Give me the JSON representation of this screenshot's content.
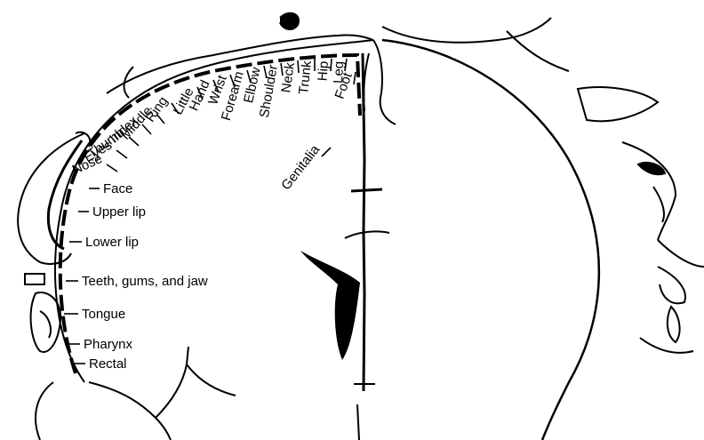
{
  "diagram": {
    "cortex_labels": [
      "Little",
      "Hand",
      "Wrist",
      "Forearm",
      "Elbow",
      "Shoulder",
      "Neck",
      "Trunk",
      "Hip",
      "Leg",
      "Foot"
    ],
    "upper_left_labels": [
      "Ring",
      "Middle",
      "Index",
      "Thumb",
      "Eyes",
      "Nose"
    ],
    "side_labels": [
      "Face",
      "Upper lip",
      "Lower lip",
      "Teeth, gums, and jaw",
      "Tongue",
      "Pharynx",
      "Rectal"
    ],
    "medial_label": "Genitalia",
    "colors": {
      "ink": "#000000",
      "background": "#ffffff"
    }
  }
}
